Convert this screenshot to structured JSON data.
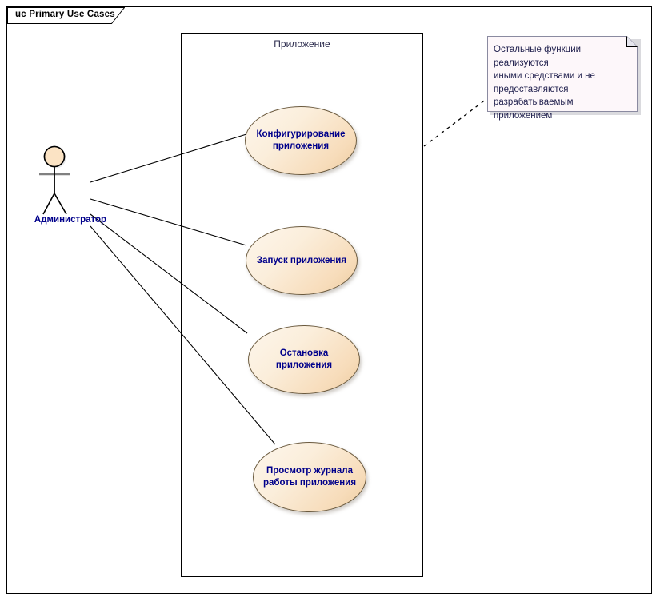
{
  "diagram": {
    "title_tab": "uc Primary Use Cases",
    "type": "uml-use-case-diagram",
    "colors": {
      "usecase_fill_light": "#fdf6ec",
      "usecase_fill_dark": "#eccb9f",
      "usecase_border": "#6b5a3e",
      "label_text": "#00008b",
      "note_fill": "#fdf7fa",
      "note_border": "#8a8aa0",
      "line": "#000000",
      "frame_border": "#000000"
    },
    "boundary": {
      "label": "Приложение"
    },
    "actor": {
      "name": "Администратор",
      "icon": "stick-figure-actor-icon"
    },
    "use_cases": [
      {
        "id": "uc1",
        "label_lines": [
          "Конфигурирование",
          "приложения"
        ],
        "label": "Конфигурирование приложения"
      },
      {
        "id": "uc2",
        "label_lines": [
          "Запуск приложения"
        ],
        "label": "Запуск приложения"
      },
      {
        "id": "uc3",
        "label_lines": [
          "Остановка",
          "приложения"
        ],
        "label": "Остановка приложения"
      },
      {
        "id": "uc4",
        "label_lines": [
          "Просмотр журнала",
          "работы приложения"
        ],
        "label": "Просмотр журнала работы приложения"
      }
    ],
    "note": {
      "text_lines": [
        "Остальные функции реализуются",
        "иными средствами и не",
        "предоставляются",
        "разрабатываемым приложением"
      ],
      "text": "Остальные функции реализуются иными средствами и не предоставляются разрабатываемым приложением",
      "connector": "dashed"
    },
    "associations": [
      {
        "from": "Администратор",
        "to": "Конфигурирование приложения"
      },
      {
        "from": "Администратор",
        "to": "Запуск приложения"
      },
      {
        "from": "Администратор",
        "to": "Остановка приложения"
      },
      {
        "from": "Администратор",
        "to": "Просмотр журнала работы приложения"
      }
    ]
  }
}
